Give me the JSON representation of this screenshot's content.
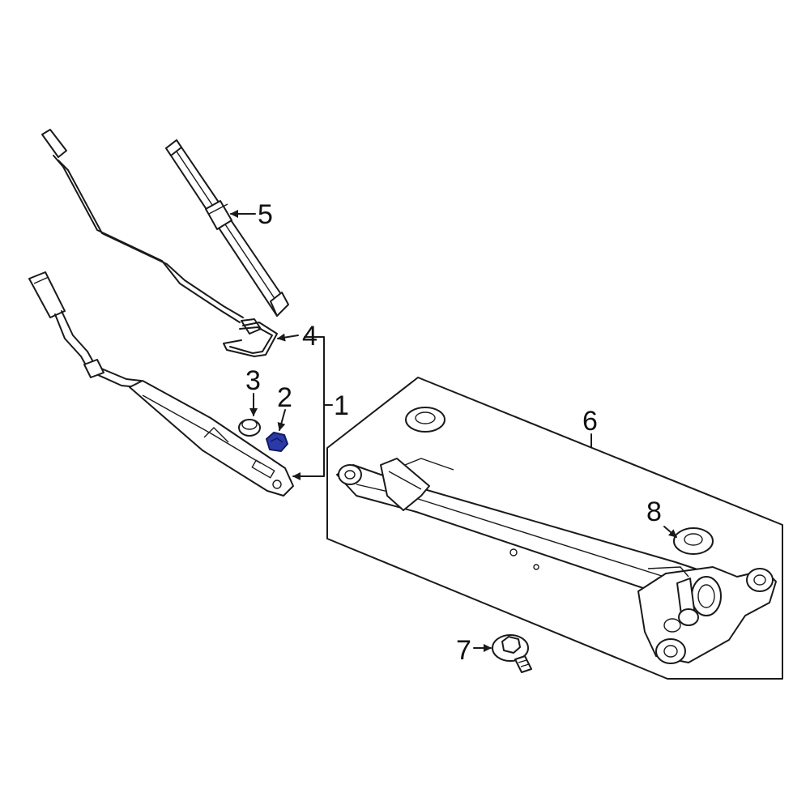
{
  "diagram": {
    "callouts": [
      "1",
      "2",
      "3",
      "4",
      "5",
      "6",
      "7",
      "8"
    ],
    "highlight_color": "#2b3aa8",
    "line_color": "#1a1a1a",
    "parts": [
      {
        "callout": "1",
        "icon": "wiper-arm-assembly"
      },
      {
        "callout": "2",
        "icon": "hex-nut",
        "highlighted": true
      },
      {
        "callout": "3",
        "icon": "nut-cap"
      },
      {
        "callout": "4",
        "icon": "arm-adapter-clip"
      },
      {
        "callout": "5",
        "icon": "wiper-blade"
      },
      {
        "callout": "6",
        "icon": "wiper-linkage-motor"
      },
      {
        "callout": "7",
        "icon": "flange-bolt"
      },
      {
        "callout": "8",
        "icon": "grommet"
      }
    ]
  }
}
